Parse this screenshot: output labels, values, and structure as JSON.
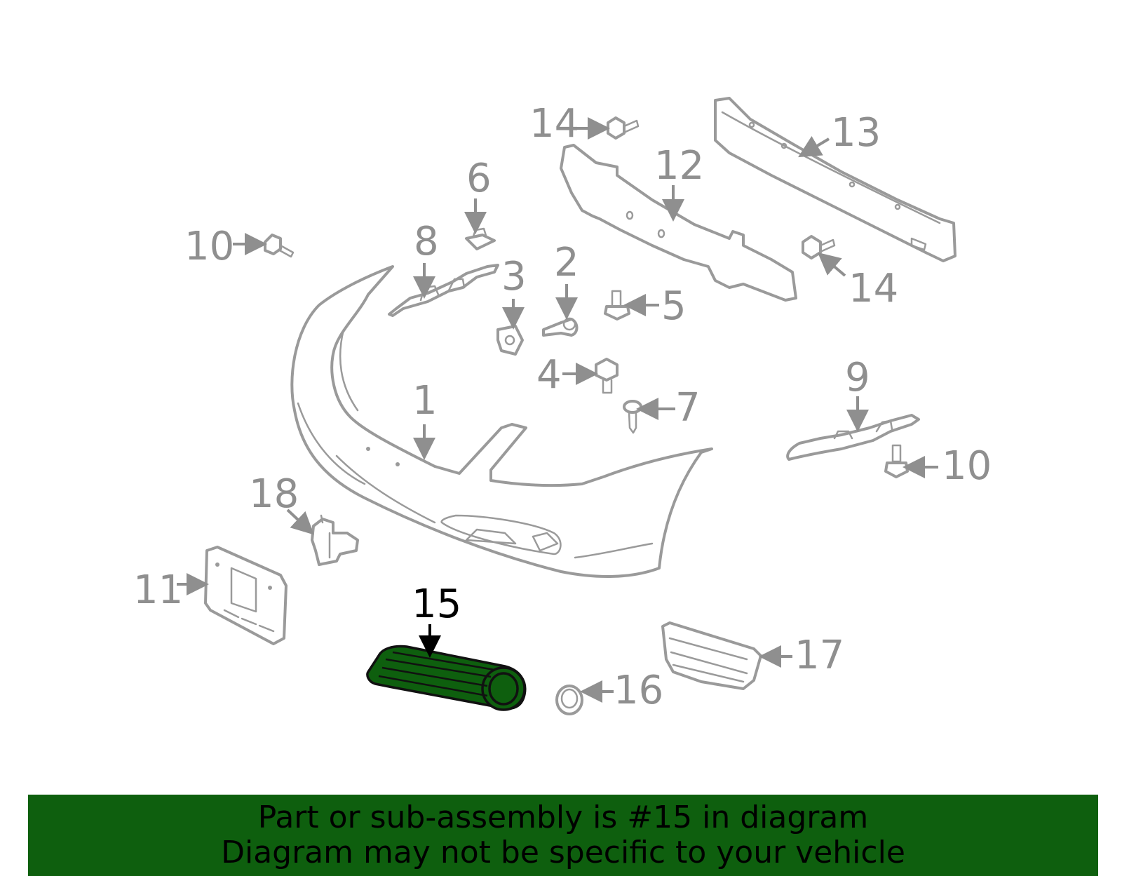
{
  "callouts": [
    {
      "id": "1",
      "label": "1"
    },
    {
      "id": "2",
      "label": "2"
    },
    {
      "id": "3",
      "label": "3"
    },
    {
      "id": "4",
      "label": "4"
    },
    {
      "id": "5",
      "label": "5"
    },
    {
      "id": "6",
      "label": "6"
    },
    {
      "id": "7",
      "label": "7"
    },
    {
      "id": "8",
      "label": "8"
    },
    {
      "id": "9",
      "label": "9"
    },
    {
      "id": "10a",
      "label": "10"
    },
    {
      "id": "10b",
      "label": "10"
    },
    {
      "id": "11",
      "label": "11"
    },
    {
      "id": "12",
      "label": "12"
    },
    {
      "id": "13",
      "label": "13"
    },
    {
      "id": "14a",
      "label": "14"
    },
    {
      "id": "14b",
      "label": "14"
    },
    {
      "id": "15",
      "label": "15"
    },
    {
      "id": "16",
      "label": "16"
    },
    {
      "id": "17",
      "label": "17"
    },
    {
      "id": "18",
      "label": "18"
    }
  ],
  "highlighted_part": "15",
  "highlight_color": "#0e5f0e",
  "banner": {
    "line1": "Part or sub-assembly is #15 in diagram",
    "line2": "Diagram may not be specific to your vehicle"
  }
}
